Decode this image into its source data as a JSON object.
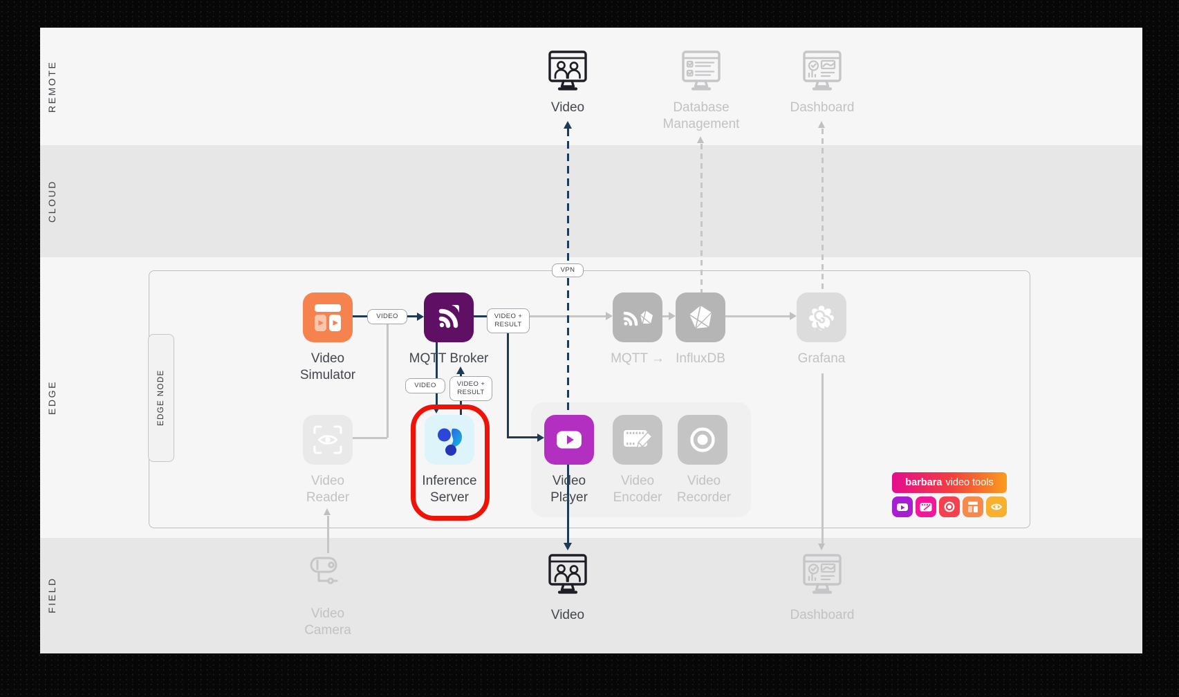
{
  "bands": {
    "remote": "REMOTE",
    "cloud": "CLOUD",
    "edge": "EDGE",
    "field": "FIELD"
  },
  "edge_node_tab": "EDGE NODE",
  "remote": {
    "video_label": "Video",
    "database_management_label": "Database\nManagement",
    "dashboard_label": "Dashboard"
  },
  "field": {
    "video_camera_label": "Video\nCamera",
    "video_label": "Video",
    "dashboard_label": "Dashboard"
  },
  "edge": {
    "video_simulator": "Video\nSimulator",
    "mqtt_broker": "MQTT Broker",
    "mqtt_arrow": "MQTT →",
    "influxdb": "InfluxDB",
    "grafana": "Grafana",
    "video_reader": "Video\nReader",
    "inference_server": "Inference\nServer",
    "video_player": "Video\nPlayer",
    "video_encoder": "Video\nEncoder",
    "video_recorder": "Video\nRecorder"
  },
  "pills": {
    "video": "VIDEO",
    "video_result": "VIDEO +\nRESULT",
    "vpn": "VPN"
  },
  "logo": {
    "brand": "barbara",
    "suffix": "video tools"
  },
  "colors": {
    "navy_line": "#1d3a56",
    "gray_line": "#c6c6c6",
    "simulator_orange": "#f6824e",
    "broker_purple": "#5f0f64",
    "player_magenta": "#b32fc2",
    "inference_bg": "#ddf4fa",
    "highlight_red": "#ee1207",
    "inactive_box": "#b5b5b5",
    "inactive_box_light": "#c4c4c4",
    "grafana_box": "#dcdcdc",
    "band_light": "#f6f6f6",
    "band_dark": "#e7e7e7",
    "logo_gradient": [
      "#e50c8d",
      "#f23f3f",
      "#f99d1c"
    ],
    "mini_tiles": [
      "#a81fd3",
      "#f2169c",
      "#f4414e",
      "#f68a4c",
      "#f8b02f"
    ]
  },
  "icons": {
    "remote_video": "video-call-monitor-icon",
    "database_management": "checklist-monitor-icon",
    "dashboard": "dashboard-monitor-icon",
    "video_camera": "cctv-camera-icon",
    "video_simulator": "video-simulator-icon",
    "mqtt_broker": "mqtt-signal-icon",
    "mqtt_influx": "mqtt-influx-icon",
    "influxdb": "influxdb-polyhedron-icon",
    "grafana": "grafana-swirl-icon",
    "video_reader": "eye-scan-icon",
    "inference_server": "barbara-inference-logo-icon",
    "video_player": "play-button-icon",
    "video_encoder": "film-pencil-icon",
    "video_recorder": "record-circle-icon"
  }
}
